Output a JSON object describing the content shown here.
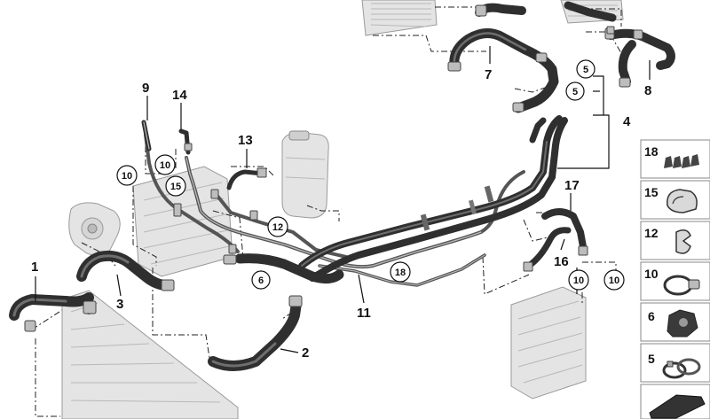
{
  "callouts": {
    "c1": "1",
    "c2": "2",
    "c3": "3",
    "c4": "4",
    "c7": "7",
    "c8": "8",
    "c9": "9",
    "c11": "11",
    "c13": "13",
    "c14": "14",
    "c16": "16",
    "c17": "17"
  },
  "circled": {
    "c5a": "5",
    "c5b": "5",
    "c6": "6",
    "c10a": "10",
    "c10b": "10",
    "c10c": "10",
    "c10d": "10",
    "c12": "12",
    "c15": "15",
    "c18": "18"
  },
  "legend": [
    "18",
    "15",
    "12",
    "10",
    "6",
    "5"
  ],
  "colors": {
    "hose": "#2f2f2f",
    "pipe": "#555555",
    "component": "#e4e4e4",
    "legend_border": "#888888"
  }
}
